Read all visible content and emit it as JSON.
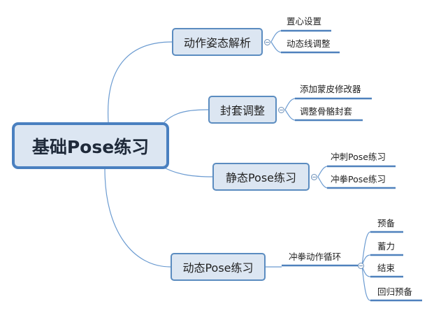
{
  "root": {
    "label": "基础Pose练习"
  },
  "branches": [
    {
      "label": "动作姿态解析",
      "children": [
        "置心设置",
        "动态线调整"
      ]
    },
    {
      "label": "封套调整",
      "children": [
        "添加蒙皮修改器",
        "调整骨骼封套"
      ]
    },
    {
      "label": "静态Pose练习",
      "children": [
        "冲刺Pose练习",
        "冲拳Pose练习"
      ]
    },
    {
      "label": "动态Pose练习",
      "children": [
        {
          "label": "冲拳动作循环",
          "children": [
            "预备",
            "蓄力",
            "结束",
            "回归预备"
          ]
        }
      ]
    }
  ],
  "colors": {
    "line": "#6b9bd1",
    "underline": "#4f81bd",
    "box_fill": "#dce6f2",
    "box_border": "#5b8cc0"
  },
  "icons": {
    "collapse": "collapse-minus-icon"
  }
}
